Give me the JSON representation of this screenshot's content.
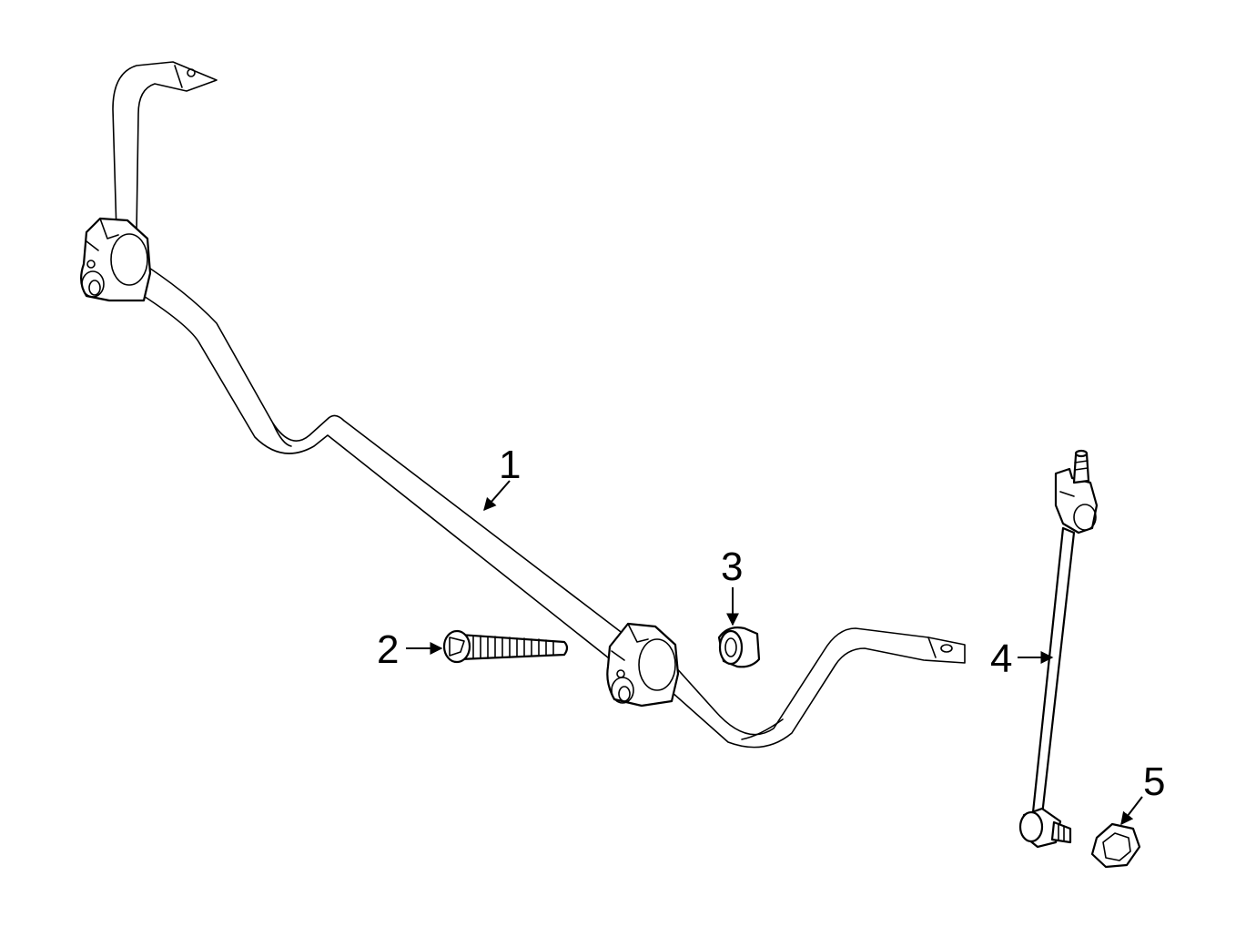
{
  "diagram": {
    "line_color": "#000000",
    "background": "#ffffff",
    "callouts": [
      {
        "id": "c1",
        "label": "1"
      },
      {
        "id": "c2",
        "label": "2"
      },
      {
        "id": "c3",
        "label": "3"
      },
      {
        "id": "c4",
        "label": "4"
      },
      {
        "id": "c5",
        "label": "5"
      }
    ]
  }
}
